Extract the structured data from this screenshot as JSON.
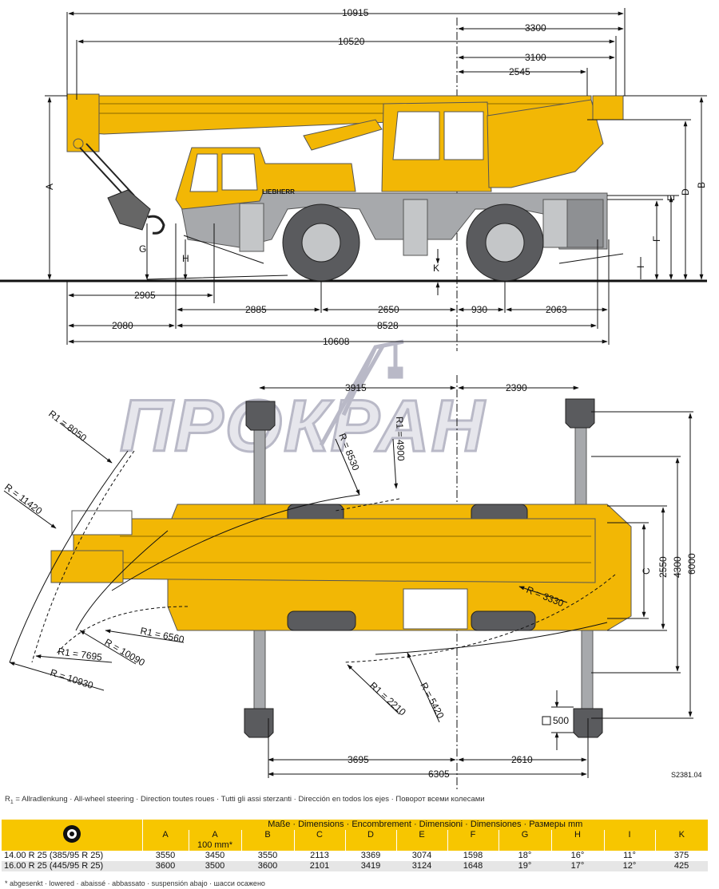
{
  "drawing_code": "S2381.04",
  "watermark": "ПРОКРАН",
  "brand_on_crane": "LIEBHERR",
  "side_view": {
    "top_dims": [
      "10915",
      "10520",
      "3300",
      "3100",
      "2545"
    ],
    "bottom_dims": [
      "2905",
      "2885",
      "2650",
      "930",
      "2063",
      "2080",
      "8528",
      "10608"
    ],
    "letters": [
      "A",
      "B",
      "D",
      "E",
      "F",
      "G",
      "H",
      "I",
      "K"
    ]
  },
  "top_view": {
    "dims": [
      "3915",
      "2390",
      "3695",
      "2610",
      "6305",
      "2550",
      "4300",
      "6000",
      "500"
    ],
    "letter_c": "C",
    "radii": [
      "R1 = 8050",
      "R = 11420",
      "R = 8530",
      "R1 = 4900",
      "R = 3330",
      "R1 = 6560",
      "R = 10090",
      "R1 = 7695",
      "R = 10930",
      "R1 = 2210",
      "R = 5420"
    ]
  },
  "caption": {
    "prefix": "R",
    "sub": "1",
    "text": " = Allradlenkung · All-wheel steering · Direction toutes roues · Tutti gli assi sterzanti · Dirección en todos los ejes · Поворот всеми колесами"
  },
  "table": {
    "title": "Maße · Dimensions · Encombrement · Dimensioni · Dimensiones · Размеры mm",
    "columns": [
      "A",
      "A",
      "B",
      "C",
      "D",
      "E",
      "F",
      "G",
      "H",
      "I",
      "K"
    ],
    "sub_a": "100 mm*",
    "rows": [
      {
        "tyre": "14.00 R 25 (385/95 R 25)",
        "values": [
          "3550",
          "3450",
          "3550",
          "2113",
          "3369",
          "3074",
          "1598",
          "18°",
          "16°",
          "11°",
          "375"
        ]
      },
      {
        "tyre": "16.00 R 25 (445/95 R 25)",
        "values": [
          "3600",
          "3500",
          "3600",
          "2101",
          "3419",
          "3124",
          "1648",
          "19°",
          "17°",
          "12°",
          "425"
        ]
      }
    ]
  },
  "footnote": "* abgesenkt · lowered · abaissé · abbassato · suspensión abajo · шасси осажено",
  "colors": {
    "crane_yellow": "#f2b705",
    "chassis_grey": "#a7a9ac",
    "table_header": "#f7c600",
    "table_row_alt": "#e6e6e6"
  }
}
